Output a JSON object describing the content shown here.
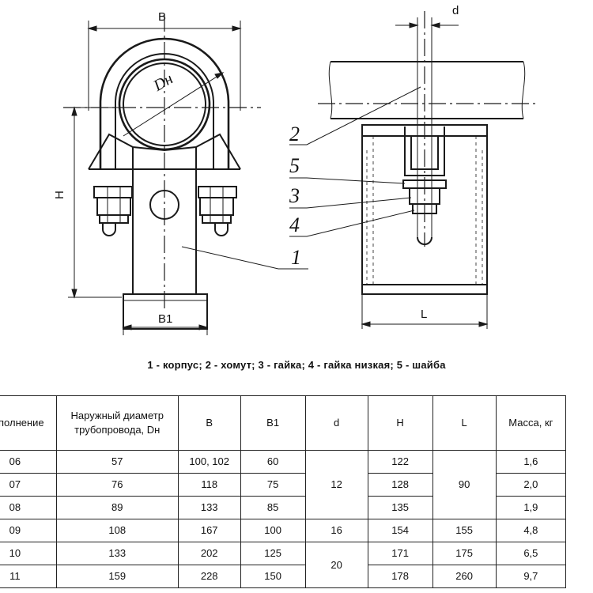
{
  "drawing": {
    "labels": {
      "B": "B",
      "Dn": "Dн",
      "H": "H",
      "B1": "B1",
      "d": "d",
      "L": "L"
    },
    "callouts": [
      "2",
      "5",
      "3",
      "4",
      "1"
    ]
  },
  "legend": "1 - корпус; 2 - хомут; 3 - гайка; 4 - гайка низкая; 5 - шайба",
  "table": {
    "headers": [
      "Исполнение",
      "Наружный диаметр трубопровода, Dн",
      "B",
      "B1",
      "d",
      "H",
      "L",
      "Масса, кг"
    ],
    "rows": [
      {
        "variant": "06",
        "diameter": "57",
        "b": "100, 102",
        "b1": "60",
        "h": "122",
        "mass": "1,6"
      },
      {
        "variant": "07",
        "diameter": "76",
        "b": "118",
        "b1": "75",
        "h": "128",
        "mass": "2,0"
      },
      {
        "variant": "08",
        "diameter": "89",
        "b": "133",
        "b1": "85",
        "h": "135",
        "mass": "1,9"
      },
      {
        "variant": "09",
        "diameter": "108",
        "b": "167",
        "b1": "100",
        "h": "154",
        "mass": "4,8"
      },
      {
        "variant": "10",
        "diameter": "133",
        "b": "202",
        "b1": "125",
        "h": "171",
        "mass": "6,5"
      },
      {
        "variant": "11",
        "diameter": "159",
        "b": "228",
        "b1": "150",
        "h": "178",
        "mass": "9,7"
      }
    ],
    "merged": {
      "d_1": "12",
      "d_2": "16",
      "d_3": "20",
      "l_1": "90",
      "l_2": "155",
      "l_3": "175",
      "l_4": "260"
    }
  }
}
